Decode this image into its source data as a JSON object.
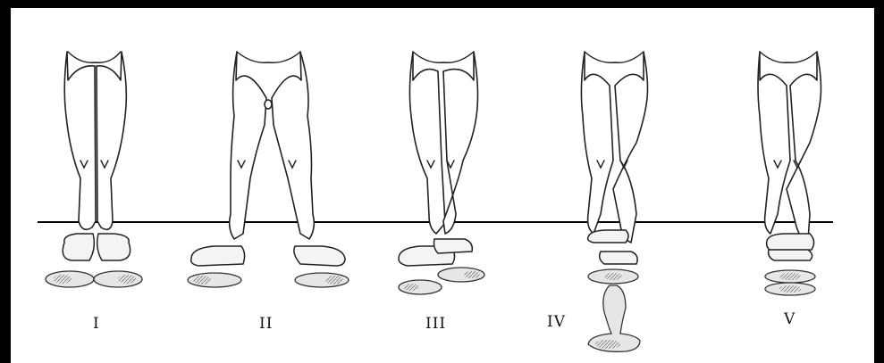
{
  "positions": [
    {
      "numeral": "I"
    },
    {
      "numeral": "II"
    },
    {
      "numeral": "III"
    },
    {
      "numeral": "IV"
    },
    {
      "numeral": "V"
    }
  ]
}
